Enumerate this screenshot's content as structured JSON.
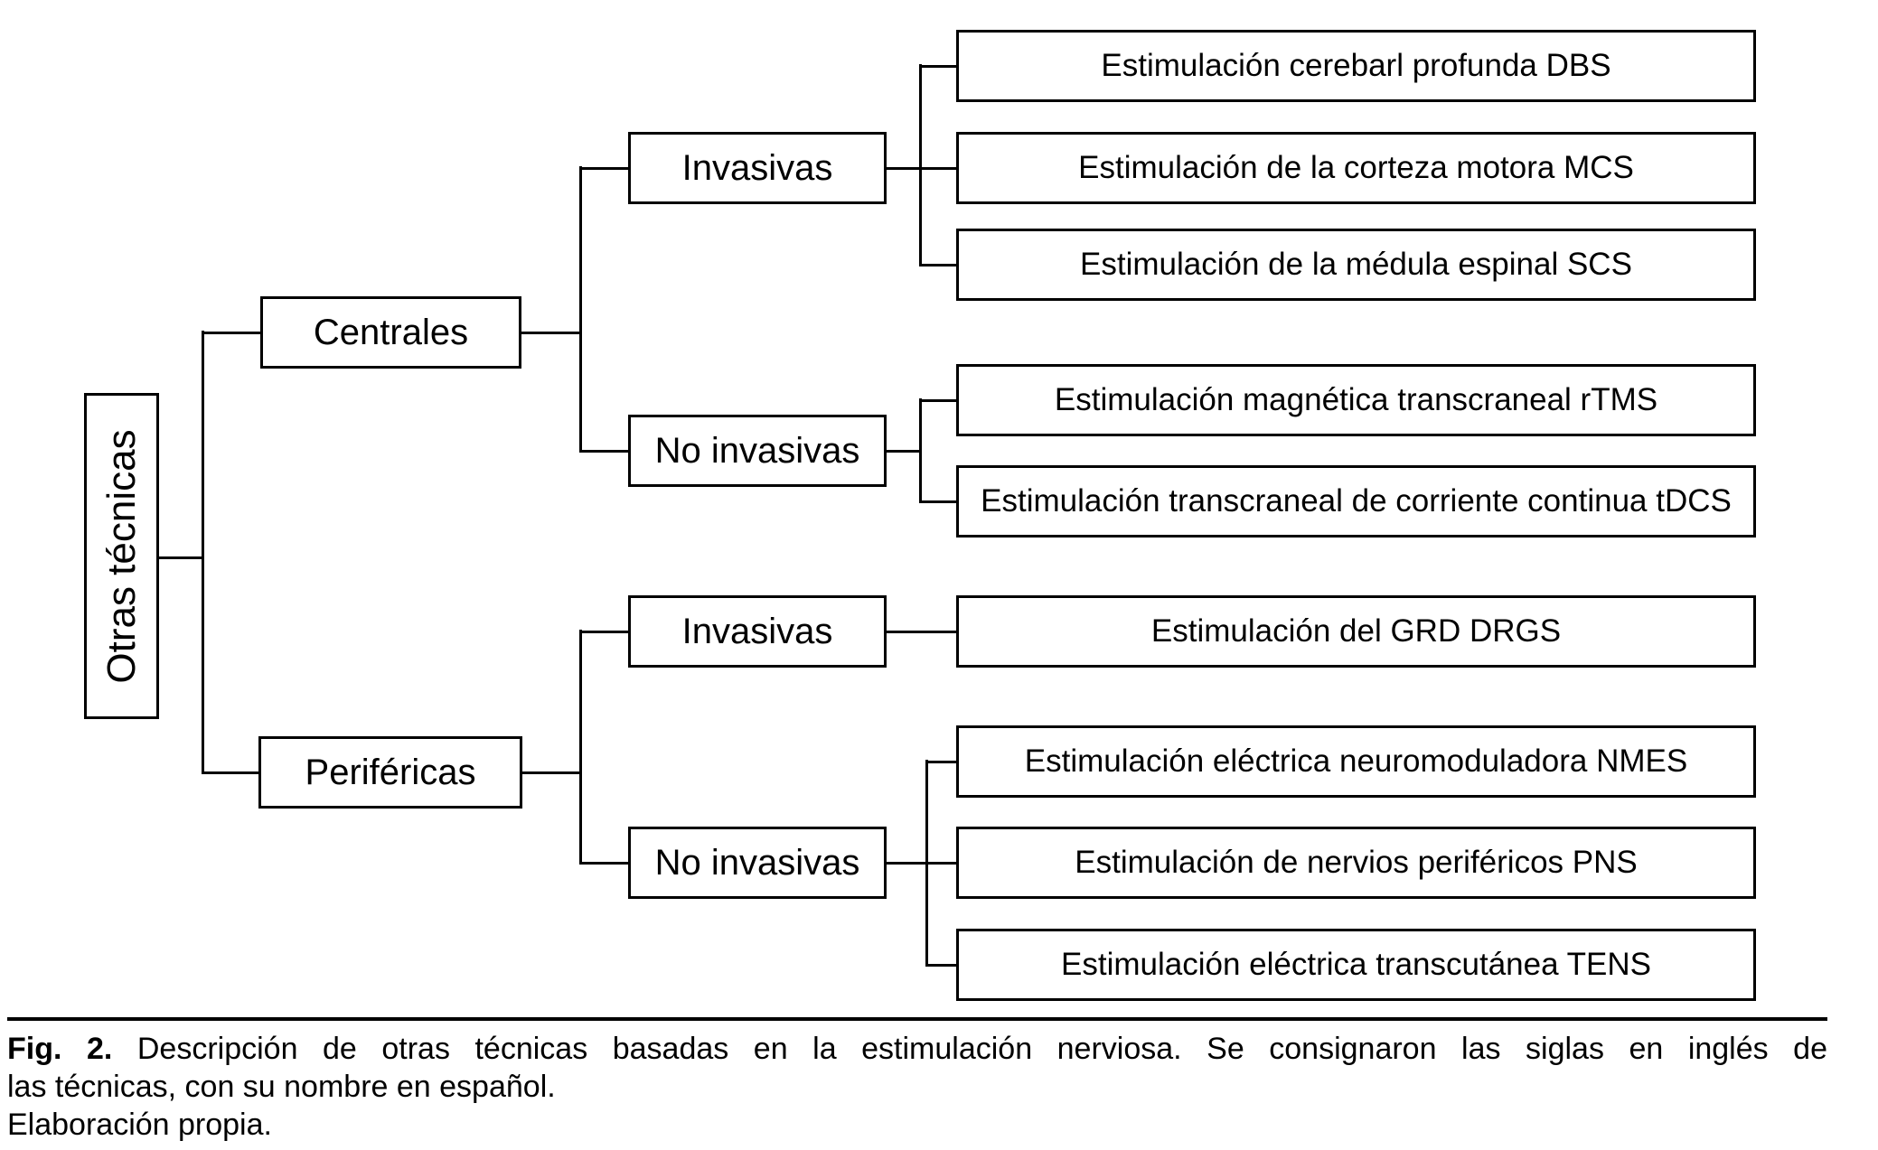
{
  "figure": {
    "tree": {
      "root": {
        "label": "Otras técnicas",
        "children": [
          {
            "label": "Centrales",
            "children": [
              {
                "label": "Invasivas",
                "children": [
                  "Estimulación cerebarl profunda DBS",
                  "Estimulación de la corteza motora MCS",
                  "Estimulación de la médula espinal SCS"
                ]
              },
              {
                "label": "No invasivas",
                "children": [
                  "Estimulación magnética transcraneal rTMS",
                  "Estimulación transcraneal de corriente continua tDCS"
                ]
              }
            ]
          },
          {
            "label": "Periféricas",
            "children": [
              {
                "label": "Invasivas",
                "children": [
                  "Estimulación del GRD DRGS"
                ]
              },
              {
                "label": "No invasivas",
                "children": [
                  "Estimulación eléctrica neuromoduladora NMES",
                  "Estimulación de nervios periféricos PNS",
                  "Estimulación eléctrica transcutánea TENS"
                ]
              }
            ]
          }
        ]
      }
    },
    "caption": {
      "label": "Fig. 2.",
      "line1_rest": "Descripción de otras técnicas basadas en la estimulación nerviosa. Se consignaron las siglas en inglés de",
      "line2": "las técnicas, con su nombre en español.",
      "source": "Elaboración propia."
    },
    "colors": {
      "background": "#ffffff",
      "line": "#000000",
      "text": "#000000"
    }
  }
}
